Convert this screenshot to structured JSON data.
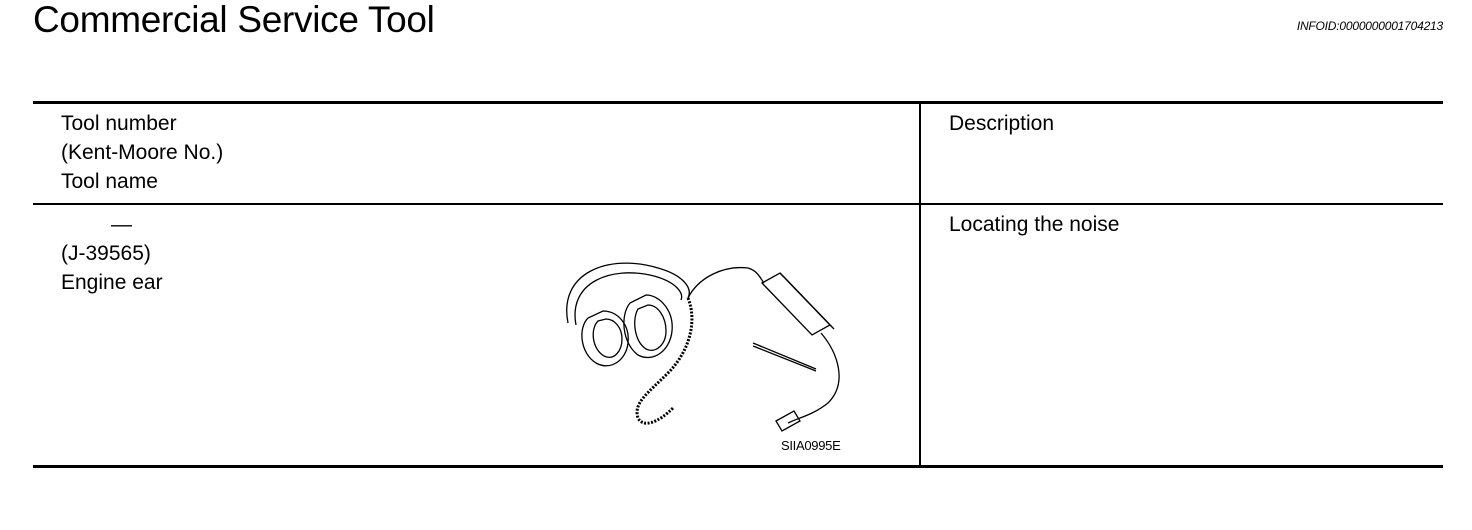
{
  "header": {
    "title": "Commercial Service Tool",
    "info_id": "INFOID:0000000001704213"
  },
  "table": {
    "columns": {
      "tool_lines": [
        "Tool number",
        "(Kent-Moore No.)",
        "Tool name"
      ],
      "description": "Description"
    },
    "rows": [
      {
        "tool_number": "—",
        "kent_moore": "(J-39565)",
        "tool_name": "Engine ear",
        "description": "Locating the noise",
        "figure_code": "SIIA0995E"
      }
    ]
  }
}
